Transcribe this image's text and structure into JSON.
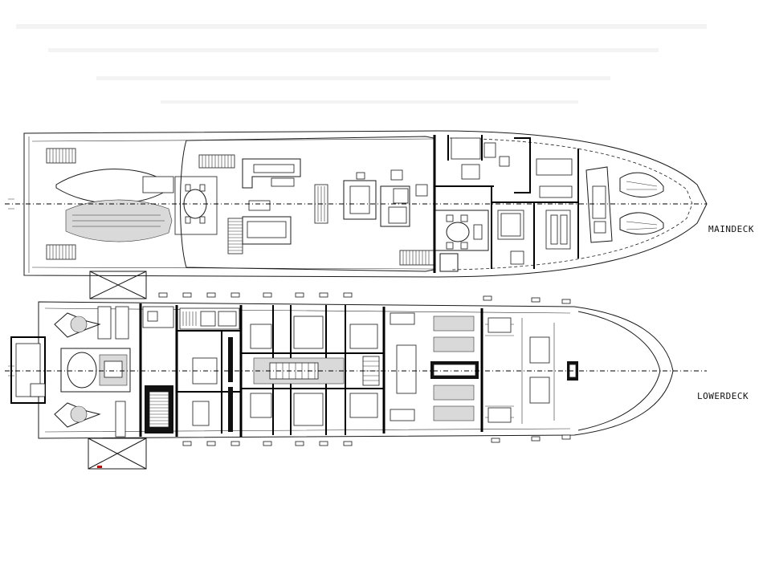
{
  "decks": [
    {
      "id": "main",
      "label": "MAINDECK"
    },
    {
      "id": "lower",
      "label": "LOWERDECK"
    }
  ],
  "colors": {
    "line": "#1a1a1a",
    "background": "#ffffff",
    "accent_mark": "#cc0000"
  }
}
